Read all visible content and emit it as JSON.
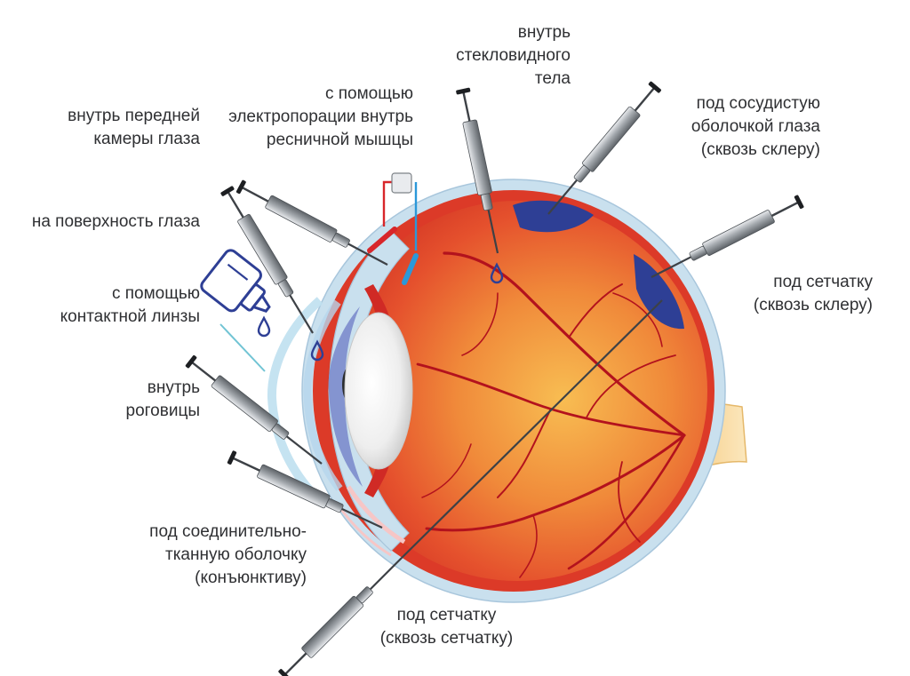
{
  "labels": {
    "anterior_chamber": [
      "внутрь передней",
      "камеры глаза"
    ],
    "surface": [
      "на поверхность глаза"
    ],
    "contact_lens": [
      "с помощью",
      "контактной линзы"
    ],
    "cornea": [
      "внутрь",
      "роговицы"
    ],
    "conjunctiva": [
      "под соединительно-",
      "тканную оболочку",
      "(конъюнктиву)"
    ],
    "electroporation": [
      "с помощью",
      "электропорации внутрь",
      "ресничной мышцы"
    ],
    "vitreous": [
      "внутрь",
      "стекловидного",
      "тела"
    ],
    "choroid": [
      "под сосудистую",
      "оболочкой глаза",
      "(сквозь склеру)"
    ],
    "subretinal_sclera": [
      "под сетчатку",
      "(сквозь склеру)"
    ],
    "subretinal_retina": [
      "под сетчатку",
      "(сквозь сетчатку)"
    ]
  },
  "colors": {
    "label_text": "#2f3033",
    "sclera": "#c9e0ee",
    "eyeball": "#e0442c",
    "fundus_center": "#f7b24a",
    "vessel": "#b3121d",
    "injection_bleb": "#2e3f95",
    "lens": "#f4f4f4",
    "iris": "#6f80c2",
    "syringe_steel": "#8a8f95",
    "electrode_positive": "#d8262a",
    "electrode_negative": "#2b98d9",
    "drop": "#2e3f95"
  }
}
